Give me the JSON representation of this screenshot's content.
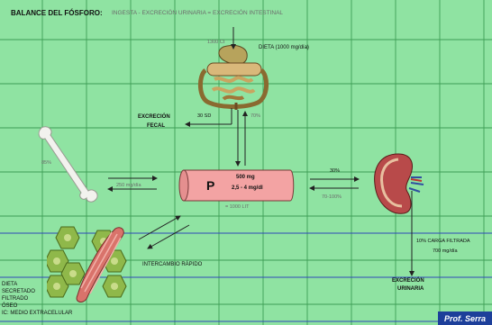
{
  "title": "BALANCE DEL FÓSFORO:",
  "subtitle": "INGESTA - EXCRECIÓN URINARIA = EXCRECIÓN INTESTINAL",
  "diet": {
    "label": "DIETA (1000 mg/día)",
    "intake": "1300 Ct"
  },
  "fecal": {
    "label_line1": "EXCRECIÓN",
    "label_line2": "FECAL",
    "percent": "30 SD"
  },
  "absorption": "70%",
  "bone": "85%",
  "bone_exchange": "250 mg/día",
  "central": {
    "symbol": "P",
    "line1": "500 mg",
    "line2": "2,5 - 4 mg/dl",
    "volume": "= 1000 LIT"
  },
  "kidney": {
    "filtered": "30%",
    "reabsorbed": "70-100%"
  },
  "urinary": {
    "filter_line1": "10% CARGA FILTRADA",
    "filter_line2": "700 mg/día",
    "label_line1": "EXCRECIÓN",
    "label_line2": "URINARIA"
  },
  "rapid_exchange": "INTERCAMBIO RÁPIDO",
  "legend": [
    "DIETA",
    "SECRETADO",
    "FILTRADO",
    "ÓSEO",
    "IC: MEDIO EXTRACELULAR"
  ],
  "footer": "Prof. Serra",
  "colors": {
    "background": "#8fe3a2",
    "grid_major": "#2f48b8",
    "grid_minor": "#3e9e55",
    "central_box": "#f3a3a3"
  }
}
